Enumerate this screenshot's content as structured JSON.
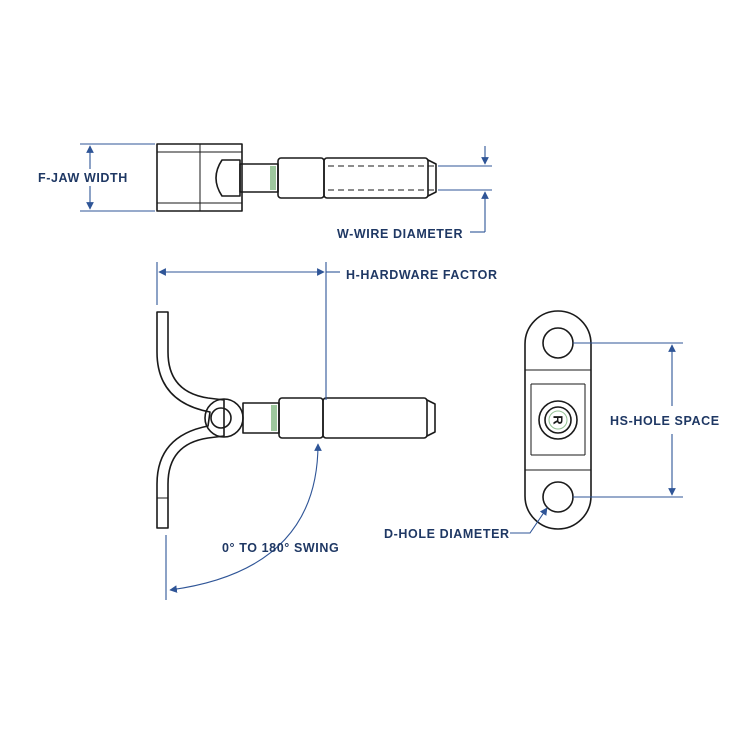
{
  "labels": {
    "jaw_width": "F-JAW WIDTH",
    "wire_diameter": "W-WIRE DIAMETER",
    "hardware_factor": "H-HARDWARE FACTOR",
    "hole_space": "HS-HOLE SPACE",
    "swing": "0° TO 180° SWING",
    "hole_diameter": "D-HOLE DIAMETER",
    "bracket_mark": "R"
  },
  "colors": {
    "dimension": "#2f5597",
    "label": "#1f3864",
    "outline": "#1a1a1a",
    "accent": "#4c9a4c"
  }
}
